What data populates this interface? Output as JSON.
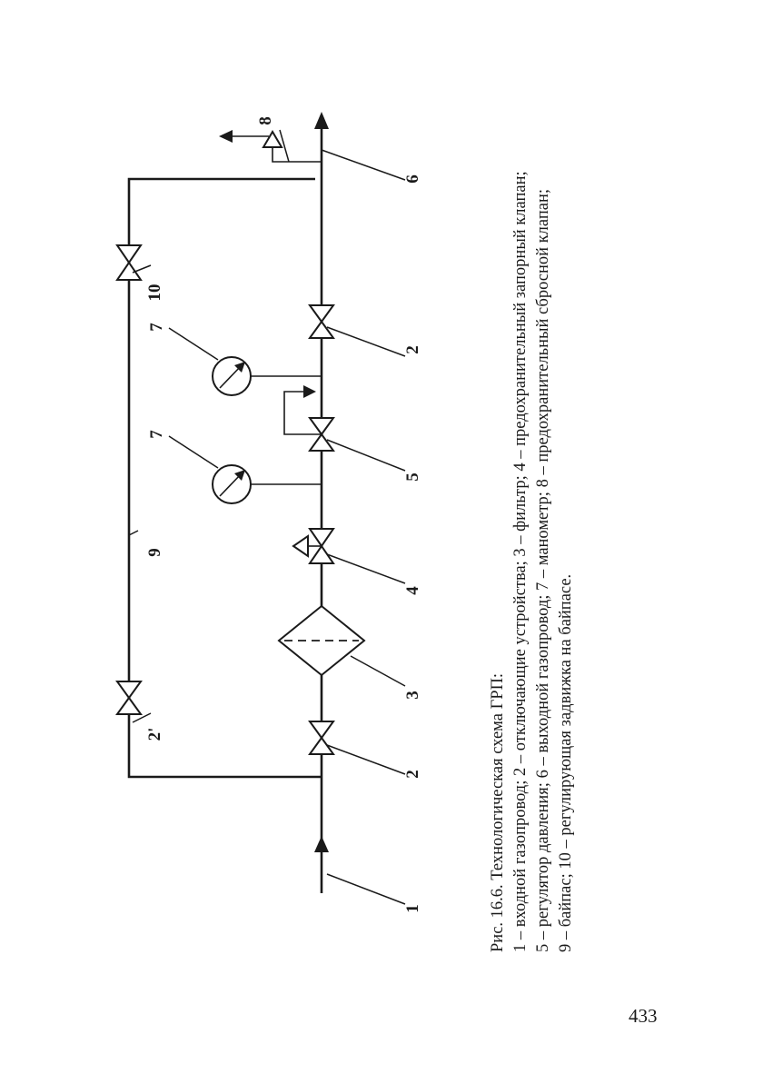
{
  "figure": {
    "caption_lines": [
      "Рис. 16.6. Технологическая схема ГРП:",
      "1 – входной газопровод; 2 – отключающие устройства; 3 – фильтр; 4 – предохранительный запорный клапан;",
      "5 – регулятор давления; 6 – выходной газопровод; 7 – манометр; 8 – предохранительный сбросной клапан;",
      "9 – байпас; 10 – регулирующая задвижка на байпасе."
    ],
    "labels": {
      "inlet": "1",
      "valve_inlet": "2",
      "filter": "3",
      "safety_shutoff_valve": "4",
      "pressure_regulator": "5",
      "valve_outlet": "2",
      "outlet": "6",
      "manometer_before": "7",
      "manometer_after": "7",
      "relief_valve": "8",
      "bypass": "9",
      "bypass_valve_first": "2'",
      "bypass_control_valve": "10"
    }
  },
  "page_number": "433"
}
